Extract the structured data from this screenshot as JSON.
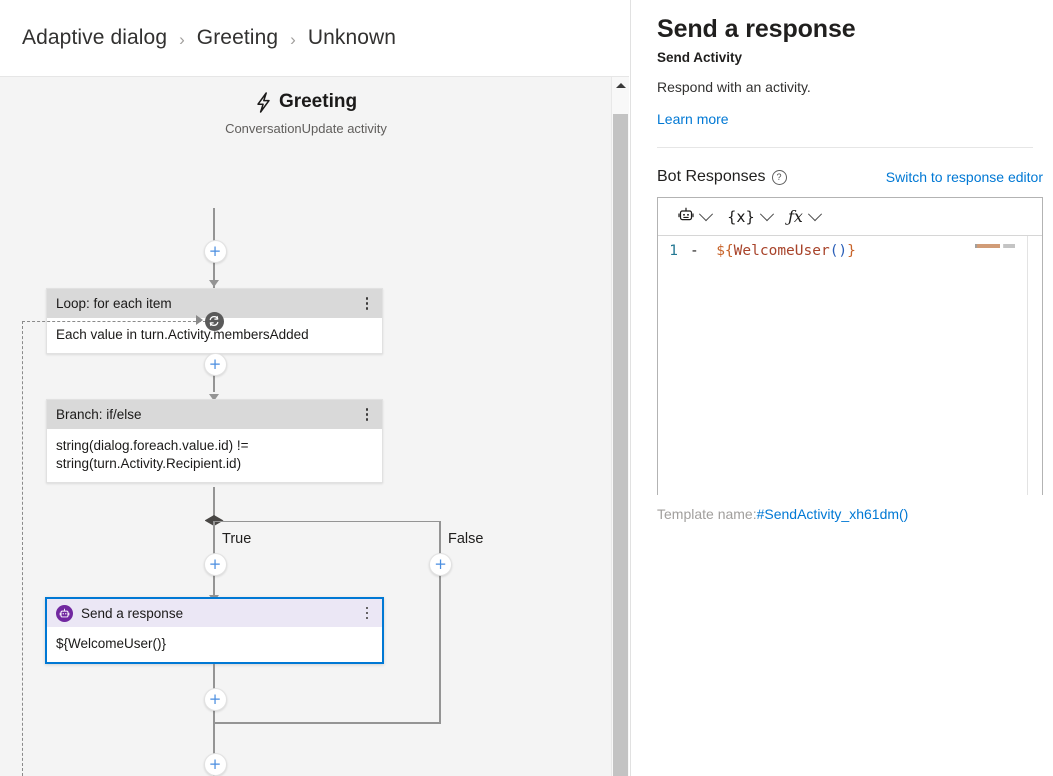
{
  "breadcrumb": {
    "items": [
      "Adaptive dialog",
      "Greeting",
      "Unknown"
    ],
    "separator": "›"
  },
  "canvas": {
    "trigger": {
      "icon": "lightning-bolt-icon",
      "title": "Greeting",
      "subtitle": "ConversationUpdate activity"
    },
    "nodes": [
      {
        "id": "loop",
        "header": "Loop: for each item",
        "body": "Each value in turn.Activity.membersAdded",
        "menu_icon": "more-options-icon"
      },
      {
        "id": "branch",
        "header": "Branch: if/else",
        "body": "string(dialog.foreach.value.id) != string(turn.Activity.Recipient.id)",
        "menu_icon": "more-options-icon"
      },
      {
        "id": "send-response",
        "header": "Send a response",
        "body": "${WelcomeUser()}",
        "menu_icon": "more-options-icon",
        "icon": "bot-icon",
        "selected": true,
        "accent": "#7127a0",
        "header_bg": "#ebe7f5",
        "border": "#0078d4"
      }
    ],
    "edge_labels": [
      "True",
      "False"
    ],
    "add_button_label": "+",
    "loop_icon": "loop-refresh-icon",
    "scrollbar": {
      "up_arrow": "scroll-up-arrow-icon"
    }
  },
  "panel": {
    "title": "Send a response",
    "subtitle": "Send Activity",
    "description": "Respond with an activity.",
    "learn_more": "Learn more",
    "section": {
      "title": "Bot Responses",
      "help_icon": "help-circle-icon",
      "help_glyph": "?",
      "switch_link": "Switch to response editor"
    },
    "editor": {
      "toolbar": [
        {
          "name": "bot-responses-icon",
          "glyph": "🤖",
          "chevron": "chevron-down-icon"
        },
        {
          "name": "properties-icon",
          "glyph": "{x}",
          "chevron": "chevron-down-icon"
        },
        {
          "name": "functions-icon",
          "glyph": "ƒx",
          "chevron": "chevron-down-icon"
        }
      ],
      "line_number": "1",
      "code": {
        "dash": "-",
        "open": "${",
        "name": "WelcomeUser",
        "parens": "()",
        "close": "}"
      }
    },
    "template_name": {
      "label": "Template name:",
      "value": "#SendActivity_xh61dm()"
    }
  }
}
